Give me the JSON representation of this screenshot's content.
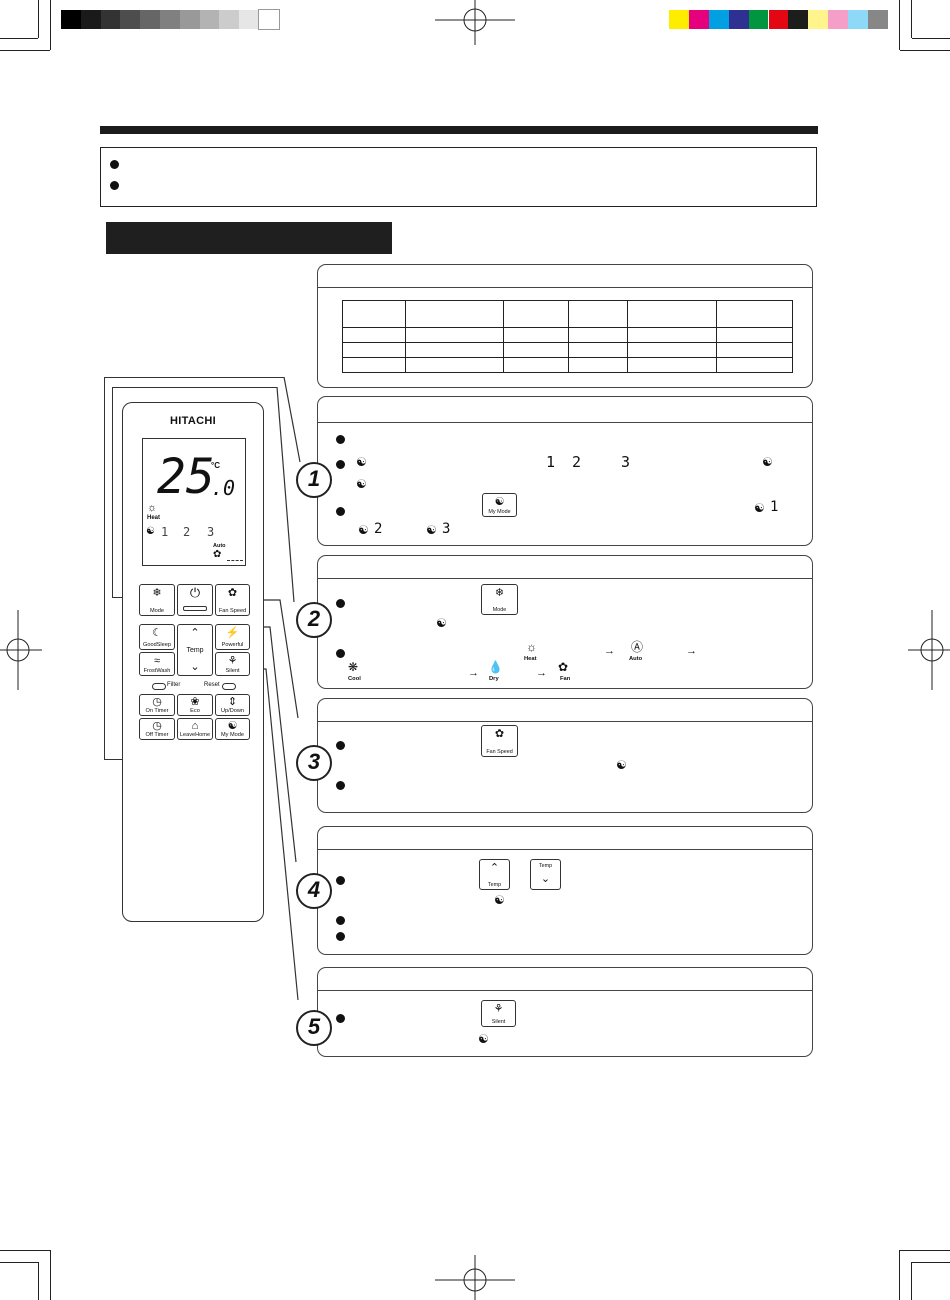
{
  "colors": {
    "grayscale": [
      "#000000",
      "#1a1a1a",
      "#333333",
      "#4d4d4d",
      "#666666",
      "#808080",
      "#999999",
      "#b3b3b3",
      "#cccccc",
      "#e6e6e6",
      "#ffffff"
    ],
    "process": [
      "#ffed00",
      "#e6007e",
      "#00a0e3",
      "#2e3192",
      "#00963f",
      "#e30613",
      "#1d1d1b",
      "#fff58c",
      "#f59fc8",
      "#8ed8f8",
      "#878787"
    ]
  },
  "remote": {
    "brand": "HITACHI",
    "display": {
      "temperature": "25",
      "decimal": ".0",
      "unit": "°C",
      "mode_label": "Heat",
      "mymode_levels": [
        "1",
        "2",
        "3"
      ],
      "fan_label": "Auto"
    },
    "buttons": {
      "mode": "Mode",
      "fan_speed": "Fan Speed",
      "goodsleep": "GoodSleep",
      "temp": "Temp",
      "powerful": "Powerful",
      "frostwash": "FrostWash",
      "silent": "Silent",
      "filter": "Filter",
      "reset": "Reset",
      "on_timer": "On Timer",
      "eco": "Eco",
      "updown": "Up/Down",
      "off_timer": "Off Timer",
      "leavehome": "LeaveHome",
      "mymode": "My Mode"
    }
  },
  "callouts": [
    "1",
    "2",
    "3",
    "4",
    "5"
  ],
  "panel1": {
    "levels": [
      "1",
      "2",
      "3"
    ],
    "level2": "2",
    "level3": "3",
    "mymode_button": "My Mode",
    "inline_level1": "1"
  },
  "panel2": {
    "mode_button": "Mode",
    "sequence": [
      "Heat",
      "Auto",
      "Cool",
      "Dry",
      "Fan"
    ]
  },
  "panel3": {
    "fan_button": "Fan Speed"
  },
  "panel4": {
    "temp_label_up": "Temp",
    "temp_label_down": "Temp"
  },
  "panel5": {
    "silent_button": "Silent"
  }
}
